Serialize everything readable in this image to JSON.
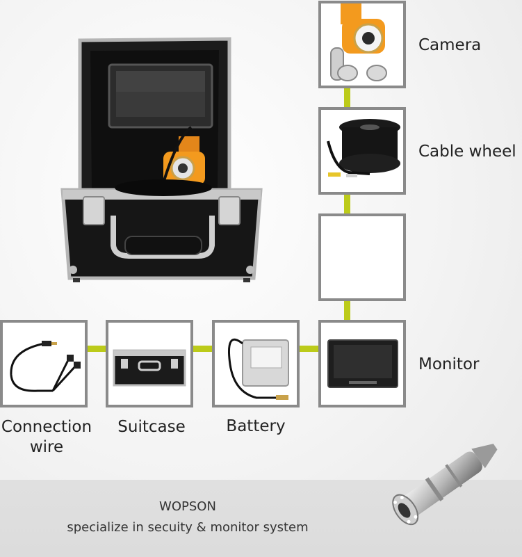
{
  "components": {
    "camera": "Camera",
    "cable_wheel": "Cable wheel",
    "monitor": "Monitor",
    "battery": "Battery",
    "suitcase": "Suitcase",
    "connection_wire_line1": "Connection",
    "connection_wire_line2": "wire"
  },
  "footer": {
    "brand": "WOPSON",
    "tagline": "specialize in secuity & monitor system"
  },
  "colors": {
    "connector": "#bccb1a",
    "frame": "#8a8a8a",
    "camera_orange": "#f39a1e",
    "case_black": "#161616"
  },
  "icons": [
    "camera-icon",
    "cable-wheel-icon",
    "monitor-icon",
    "battery-icon",
    "suitcase-icon",
    "connection-wire-icon",
    "pipe-camera-icon"
  ]
}
